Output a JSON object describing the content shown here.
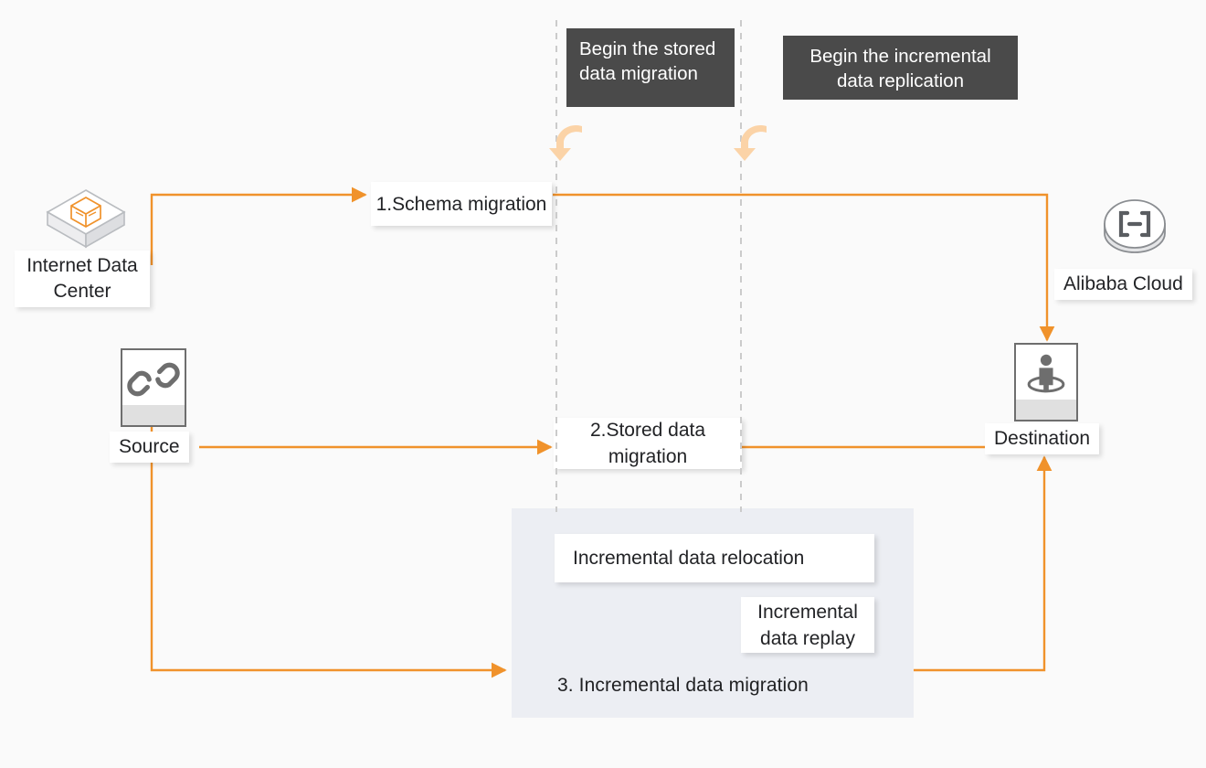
{
  "diagram": {
    "title": "Data migration flow: Internet Data Center to Alibaba Cloud",
    "background_color": "#fafafa",
    "accent_color": "#f0922b",
    "banner_color": "#4a4a4a",
    "panel_color": "#eceef3",
    "timeline_color": "#cccccc"
  },
  "banners": [
    {
      "id": "stored-start",
      "text": "Begin the stored data migration"
    },
    {
      "id": "incremental-start",
      "text": "Begin the incremental data replication"
    }
  ],
  "timeline_markers": [
    {
      "id": "marker-stored",
      "cursor": "curved-arrow"
    },
    {
      "id": "marker-incremental",
      "cursor": "curved-arrow"
    }
  ],
  "steps": [
    {
      "id": "step-1",
      "label": "1.Schema migration"
    },
    {
      "id": "step-2",
      "label": "2.Stored data migration"
    },
    {
      "id": "step-3-a",
      "label": "Incremental data relocation"
    },
    {
      "id": "step-3-b",
      "label": "Incremental data replay"
    }
  ],
  "group": {
    "id": "incremental-group",
    "label": "3. Incremental data migration"
  },
  "nodes": [
    {
      "id": "idc",
      "label": "Internet Data Center",
      "icon": "data-center-cube-icon"
    },
    {
      "id": "source",
      "label": "Source",
      "icon": "link-chain-icon"
    },
    {
      "id": "alibaba-cloud",
      "label": "Alibaba Cloud",
      "icon": "alibaba-cloud-logo-icon"
    },
    {
      "id": "destination",
      "label": "Destination",
      "icon": "person-location-icon"
    }
  ],
  "connections": [
    {
      "id": "idc-to-schema",
      "from": "Internet Data Center",
      "to": "1.Schema migration"
    },
    {
      "id": "schema-to-destination",
      "from": "1.Schema migration",
      "to": "Destination"
    },
    {
      "id": "source-to-stored",
      "from": "Source",
      "to": "2.Stored data migration"
    },
    {
      "id": "stored-to-destination",
      "from": "2.Stored data migration",
      "to": "Destination"
    },
    {
      "id": "source-to-incremental",
      "from": "Source",
      "to": "3. Incremental data migration"
    },
    {
      "id": "incremental-to-destination",
      "from": "3. Incremental data migration",
      "to": "Destination"
    }
  ]
}
